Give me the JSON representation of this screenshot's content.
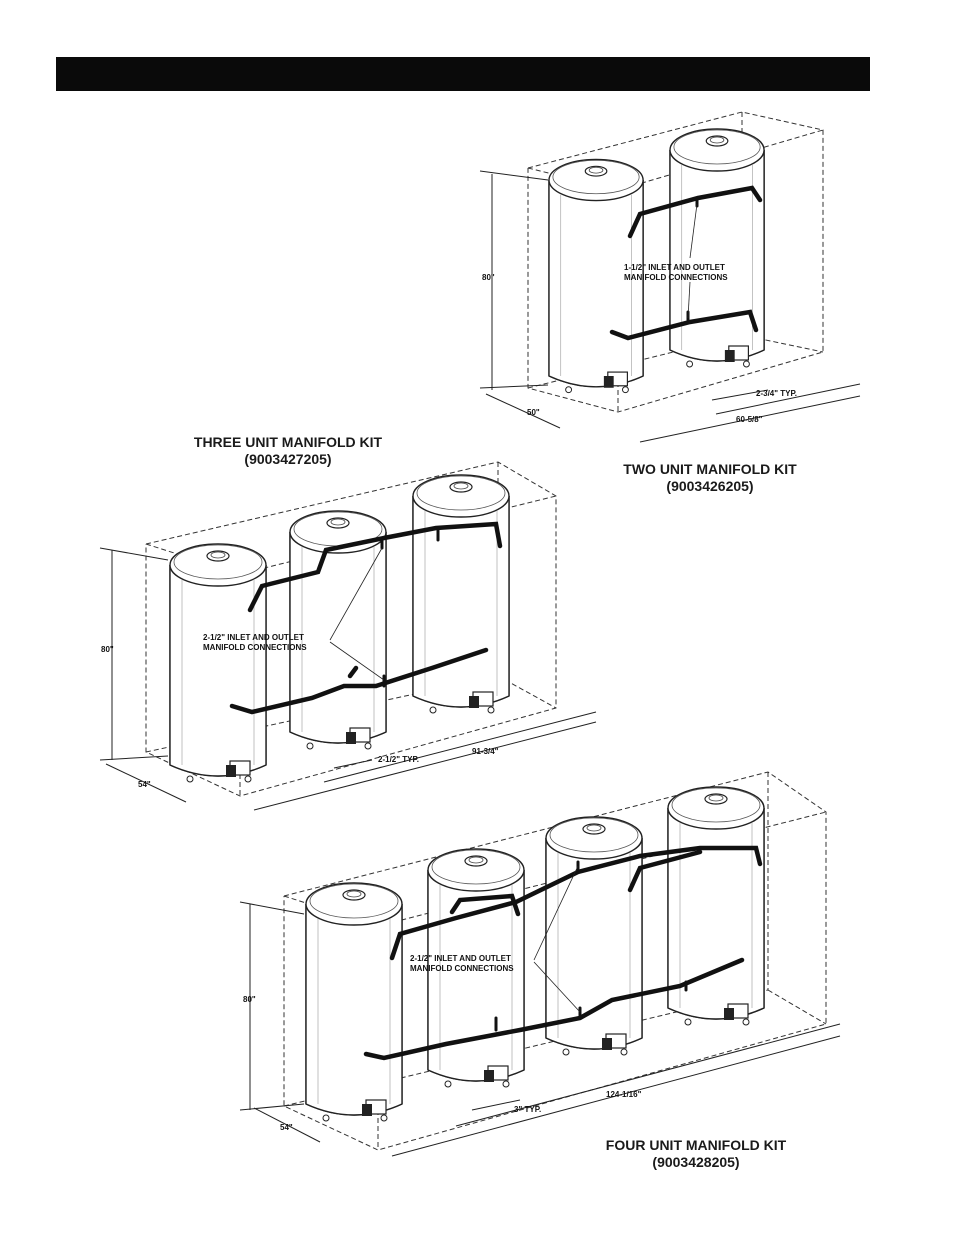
{
  "header": {
    "bar_color": "#0a0a0a"
  },
  "two_unit": {
    "title": "TWO UNIT MANIFOLD KIT",
    "part_number": "(9003426205)",
    "note_line1": "1-1/2\" INLET AND OUTLET",
    "note_line2": "MANIFOLD CONNECTIONS",
    "height": "80\"",
    "depth": "50\"",
    "spacing": "2-3/4\" TYP.",
    "length": "60-5/8\""
  },
  "three_unit": {
    "title": "THREE UNIT MANIFOLD KIT",
    "part_number": "(9003427205)",
    "note_line1": "2-1/2\" INLET AND OUTLET",
    "note_line2": "MANIFOLD CONNECTIONS",
    "height": "80\"",
    "depth": "54\"",
    "spacing": "2-1/2\" TYP.",
    "length": "91-3/4\""
  },
  "four_unit": {
    "title": "FOUR UNIT MANIFOLD KIT",
    "part_number": "(9003428205)",
    "note_line1": "2-1/2\" INLET AND OUTLET",
    "note_line2": "MANIFOLD CONNECTIONS",
    "height": "80\"",
    "depth": "54\"",
    "spacing": "3\" TYP.",
    "length": "124-1/16\""
  }
}
